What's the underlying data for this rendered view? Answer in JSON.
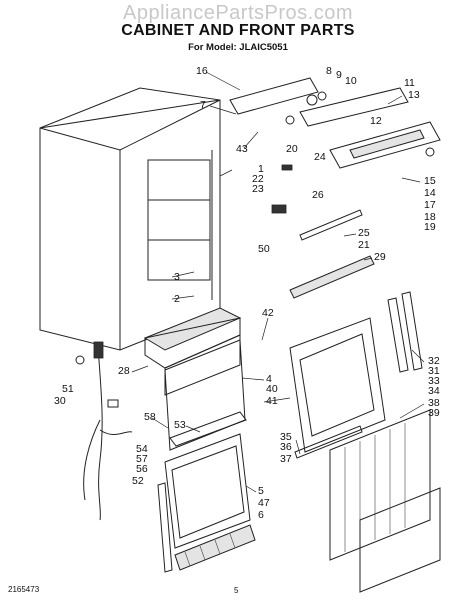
{
  "header": {
    "watermark": "AppliancePartsPros.com",
    "title": "CABINET AND FRONT PARTS",
    "model_line": "For Model: JLAIC5051"
  },
  "footer": {
    "doc_number": "2165473",
    "page_number": "5"
  },
  "callouts": [
    "16",
    "8",
    "9",
    "10",
    "11",
    "13",
    "7",
    "12",
    "43",
    "20",
    "24",
    "1",
    "22",
    "23",
    "15",
    "14",
    "17",
    "18",
    "19",
    "26",
    "25",
    "21",
    "29",
    "50",
    "3",
    "2",
    "42",
    "28",
    "4",
    "40",
    "41",
    "51",
    "30",
    "58",
    "53",
    "54",
    "57",
    "56",
    "52",
    "5",
    "47",
    "6",
    "35",
    "36",
    "37",
    "32",
    "31",
    "33",
    "34",
    "38",
    "39"
  ]
}
